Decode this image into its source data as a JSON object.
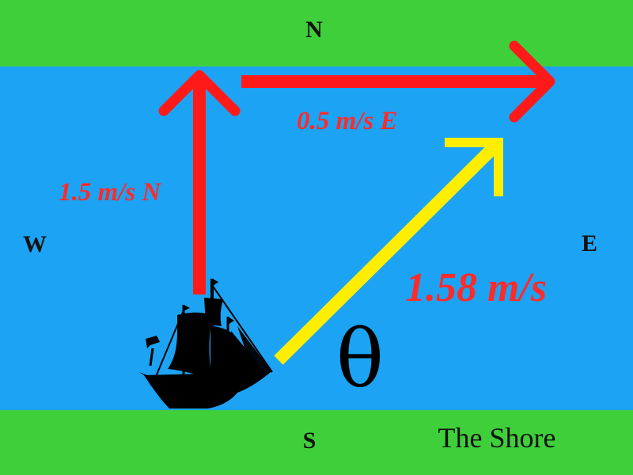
{
  "compass": {
    "north": "N",
    "south": "S",
    "east": "E",
    "west": "W"
  },
  "vectors": {
    "north": {
      "label": "1.5 m/s N"
    },
    "east": {
      "label": "0.5 m/s E"
    },
    "resultant": {
      "label": "1.58 m/s"
    }
  },
  "angle_symbol": "θ",
  "shore_label": "The Shore",
  "colors": {
    "land": "#3fcf3b",
    "water": "#1ca3f3",
    "component_vector": "#ff1a1a",
    "resultant_vector": "#ffee00",
    "ship": "#000000"
  }
}
